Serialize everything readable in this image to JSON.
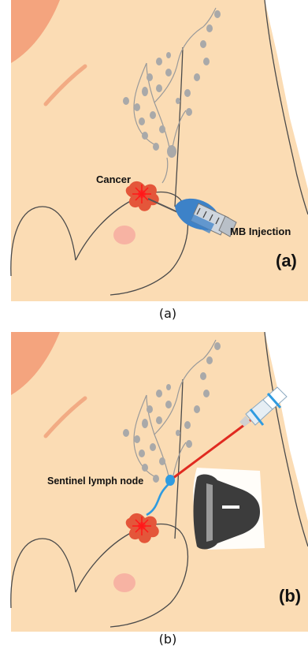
{
  "figure": {
    "panel_a": {
      "label_cancer": "Cancer",
      "label_injection": "MB Injection",
      "panel_letter": "(a)",
      "caption": "(a)"
    },
    "panel_b": {
      "label_node": "Sentinel lymph node",
      "panel_letter": "(b)",
      "caption": "(b)"
    }
  },
  "colors": {
    "skin": "#fbdcb4",
    "skin_line": "#4a4a4a",
    "shoulder": "#f4a47e",
    "lymph_node": "#a9a9a9",
    "tumor": "#e4563a",
    "syringe_blue": "#3d82c8",
    "dye_path": "#2f9be0",
    "laser": "#e02a20",
    "probe": "#3c3c3c"
  },
  "icons": [
    "syringe-icon",
    "fiber-probe-icon",
    "ultrasound-transducer-icon",
    "tumor-icon"
  ]
}
